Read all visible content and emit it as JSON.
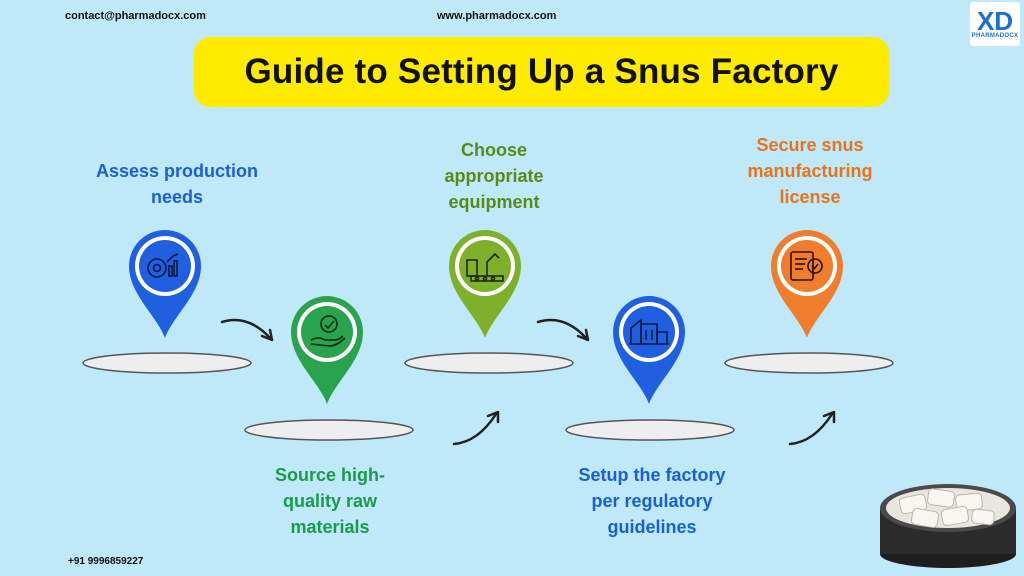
{
  "header": {
    "email": "contact@pharmadocx.com",
    "website": "www.pharmadocx.com",
    "logo_mark": "XD",
    "logo_brand": "PHARMADOCX"
  },
  "title": "Guide to Setting Up a Snus Factory",
  "steps": [
    {
      "label": "Assess production needs",
      "color": "#1a5fd6",
      "icon": "gear-chart-icon"
    },
    {
      "label": "Source high-quality raw materials",
      "color": "#1a9a4a",
      "icon": "hand-leaf-gear-icon"
    },
    {
      "label": "Choose appropriate equipment",
      "color": "#5a8a16",
      "icon": "robot-arm-machine-icon"
    },
    {
      "label": "Setup the factory per regulatory guidelines",
      "color": "#1a5fd6",
      "icon": "factory-building-icon"
    },
    {
      "label": "Secure snus manufacturing license",
      "color": "#e8731a",
      "icon": "license-document-icon"
    }
  ],
  "step_lines": [
    [
      "Assess production",
      "needs"
    ],
    [
      "Source high-",
      "quality raw",
      "materials"
    ],
    [
      "Choose",
      "appropriate",
      "equipment"
    ],
    [
      "Setup the factory",
      "per regulatory",
      "guidelines"
    ],
    [
      "Secure snus",
      "manufacturing",
      "license"
    ]
  ],
  "footer": {
    "phone": "+91 9996859227"
  },
  "colors": {
    "background": "#bfe9f9",
    "title_bg": "#ffeb00",
    "pin_blue": "#1f5fe0",
    "pin_green": "#2aa34f",
    "pin_olive": "#7fb02c",
    "pin_orange": "#f07d2c"
  }
}
